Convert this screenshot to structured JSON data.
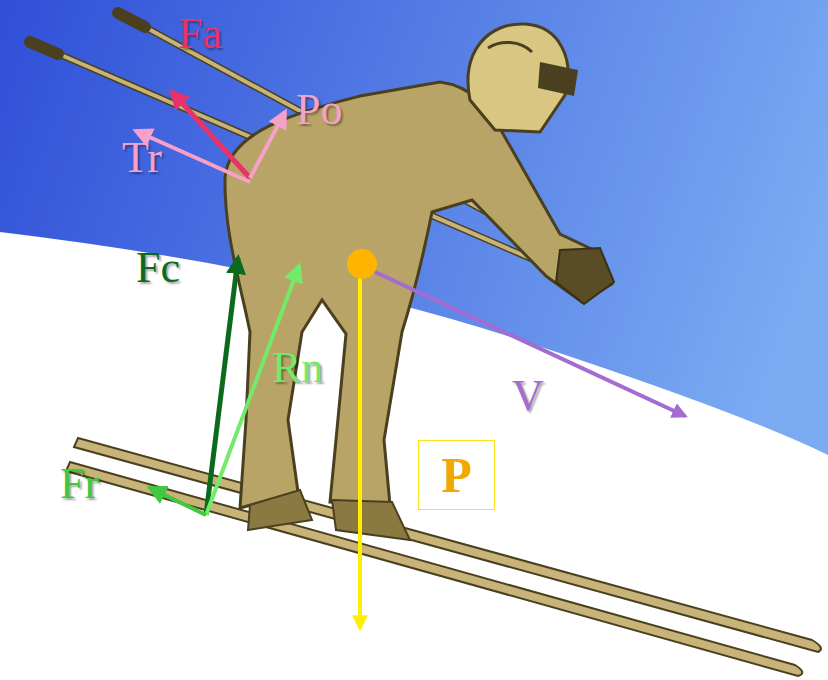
{
  "diagram": {
    "nodes": [
      {
        "text": [
          "P"
        ]
      }
    ],
    "labels": [
      "Fa",
      "Po",
      "Tr",
      "Fc",
      "Rn",
      "V",
      "Fr"
    ]
  }
}
